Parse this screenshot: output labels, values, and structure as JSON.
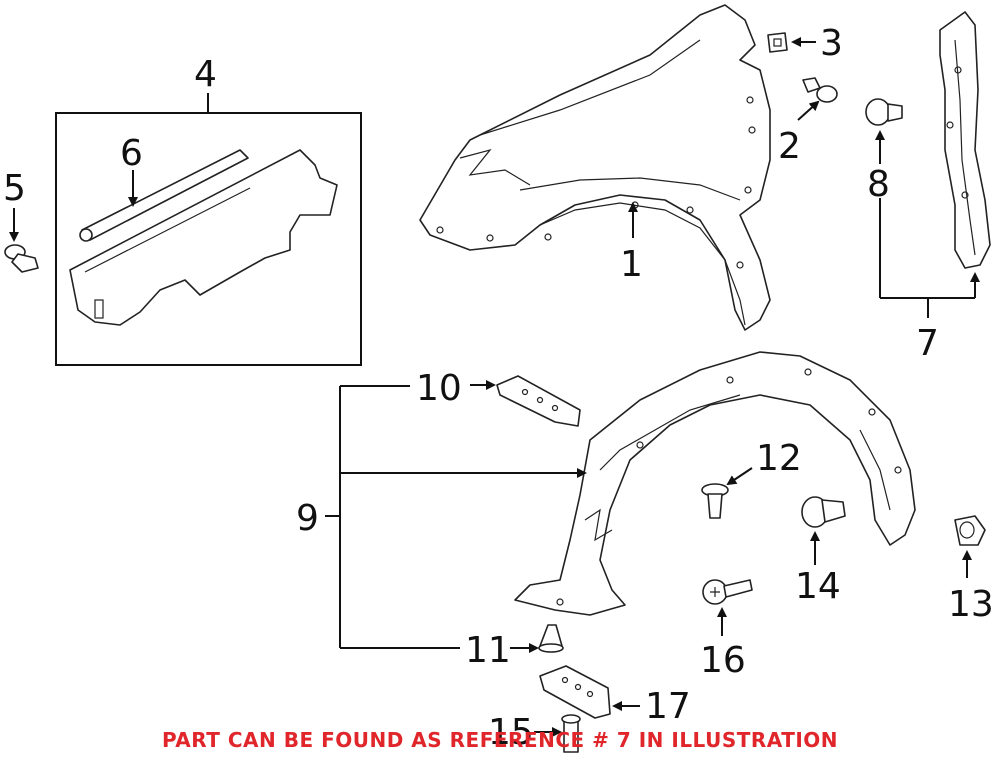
{
  "callouts": {
    "c1": "1",
    "c2": "2",
    "c3": "3",
    "c4": "4",
    "c5": "5",
    "c6": "6",
    "c7": "7",
    "c8": "8",
    "c9": "9",
    "c10": "10",
    "c11": "11",
    "c12": "12",
    "c13": "13",
    "c14": "14",
    "c15": "15",
    "c16": "16",
    "c17": "17"
  },
  "caption": "PART CAN BE FOUND AS REFERENCE # 7 IN ILLUSTRATION",
  "colors": {
    "caption": "#e0262a",
    "line": "#222222",
    "background": "#ffffff"
  }
}
